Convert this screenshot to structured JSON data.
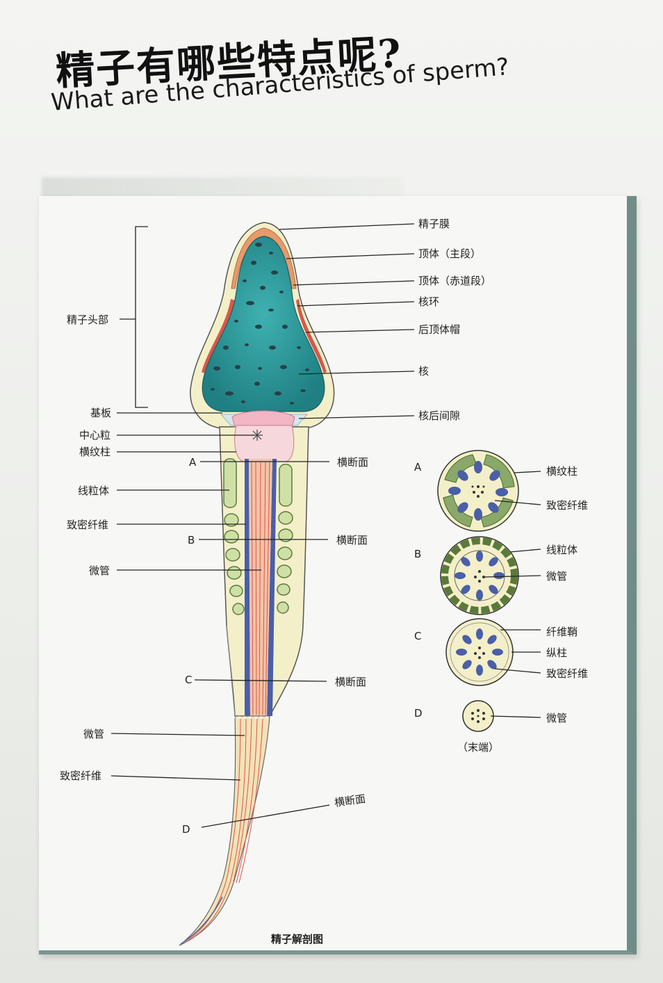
{
  "title_zh": "精子有哪些特点呢?",
  "title_en": "What are the characteristics of sperm?",
  "caption": "精子解剖图",
  "head_bracket_label": "精子头部",
  "right_labels": {
    "membrane": "精子膜",
    "acrosome_main": "顶体（主段）",
    "acrosome_equatorial": "顶体（赤道段）",
    "nuclear_ring": "核环",
    "post_acrosomal_cap": "后顶体帽",
    "nucleus": "核",
    "post_nuclear_space": "核后间隙"
  },
  "left_labels": {
    "basal_plate": "基板",
    "centriole": "中心粒",
    "striated_column": "横纹柱",
    "mitochondria": "线粒体",
    "dense_fiber": "致密纤维",
    "microtubule": "微管",
    "tail_microtubule": "微管",
    "tail_dense_fiber": "致密纤维"
  },
  "sections": {
    "A": "A",
    "B": "B",
    "C": "C",
    "D": "D",
    "cross_section": "横断面"
  },
  "cross_sections": {
    "A_label": "A",
    "A_items": [
      "横纹柱",
      "致密纤维"
    ],
    "B_label": "B",
    "B_items": [
      "线粒体",
      "微管"
    ],
    "C_label": "C",
    "C_items": [
      "纤维鞘",
      "纵柱",
      "致密纤维"
    ],
    "D_label": "D",
    "D_items": [
      "微管"
    ],
    "D_note": "（末端）"
  },
  "colors": {
    "nucleus": "#2f9a9c",
    "acrosome": "#e89a6a",
    "cytoplasm": "#f3efc8",
    "mitochondria": "#8aa86a",
    "microtubule_blue": "#4a5fa8",
    "fiber_red": "#d9564a",
    "panel_border": "#6f8d86"
  }
}
